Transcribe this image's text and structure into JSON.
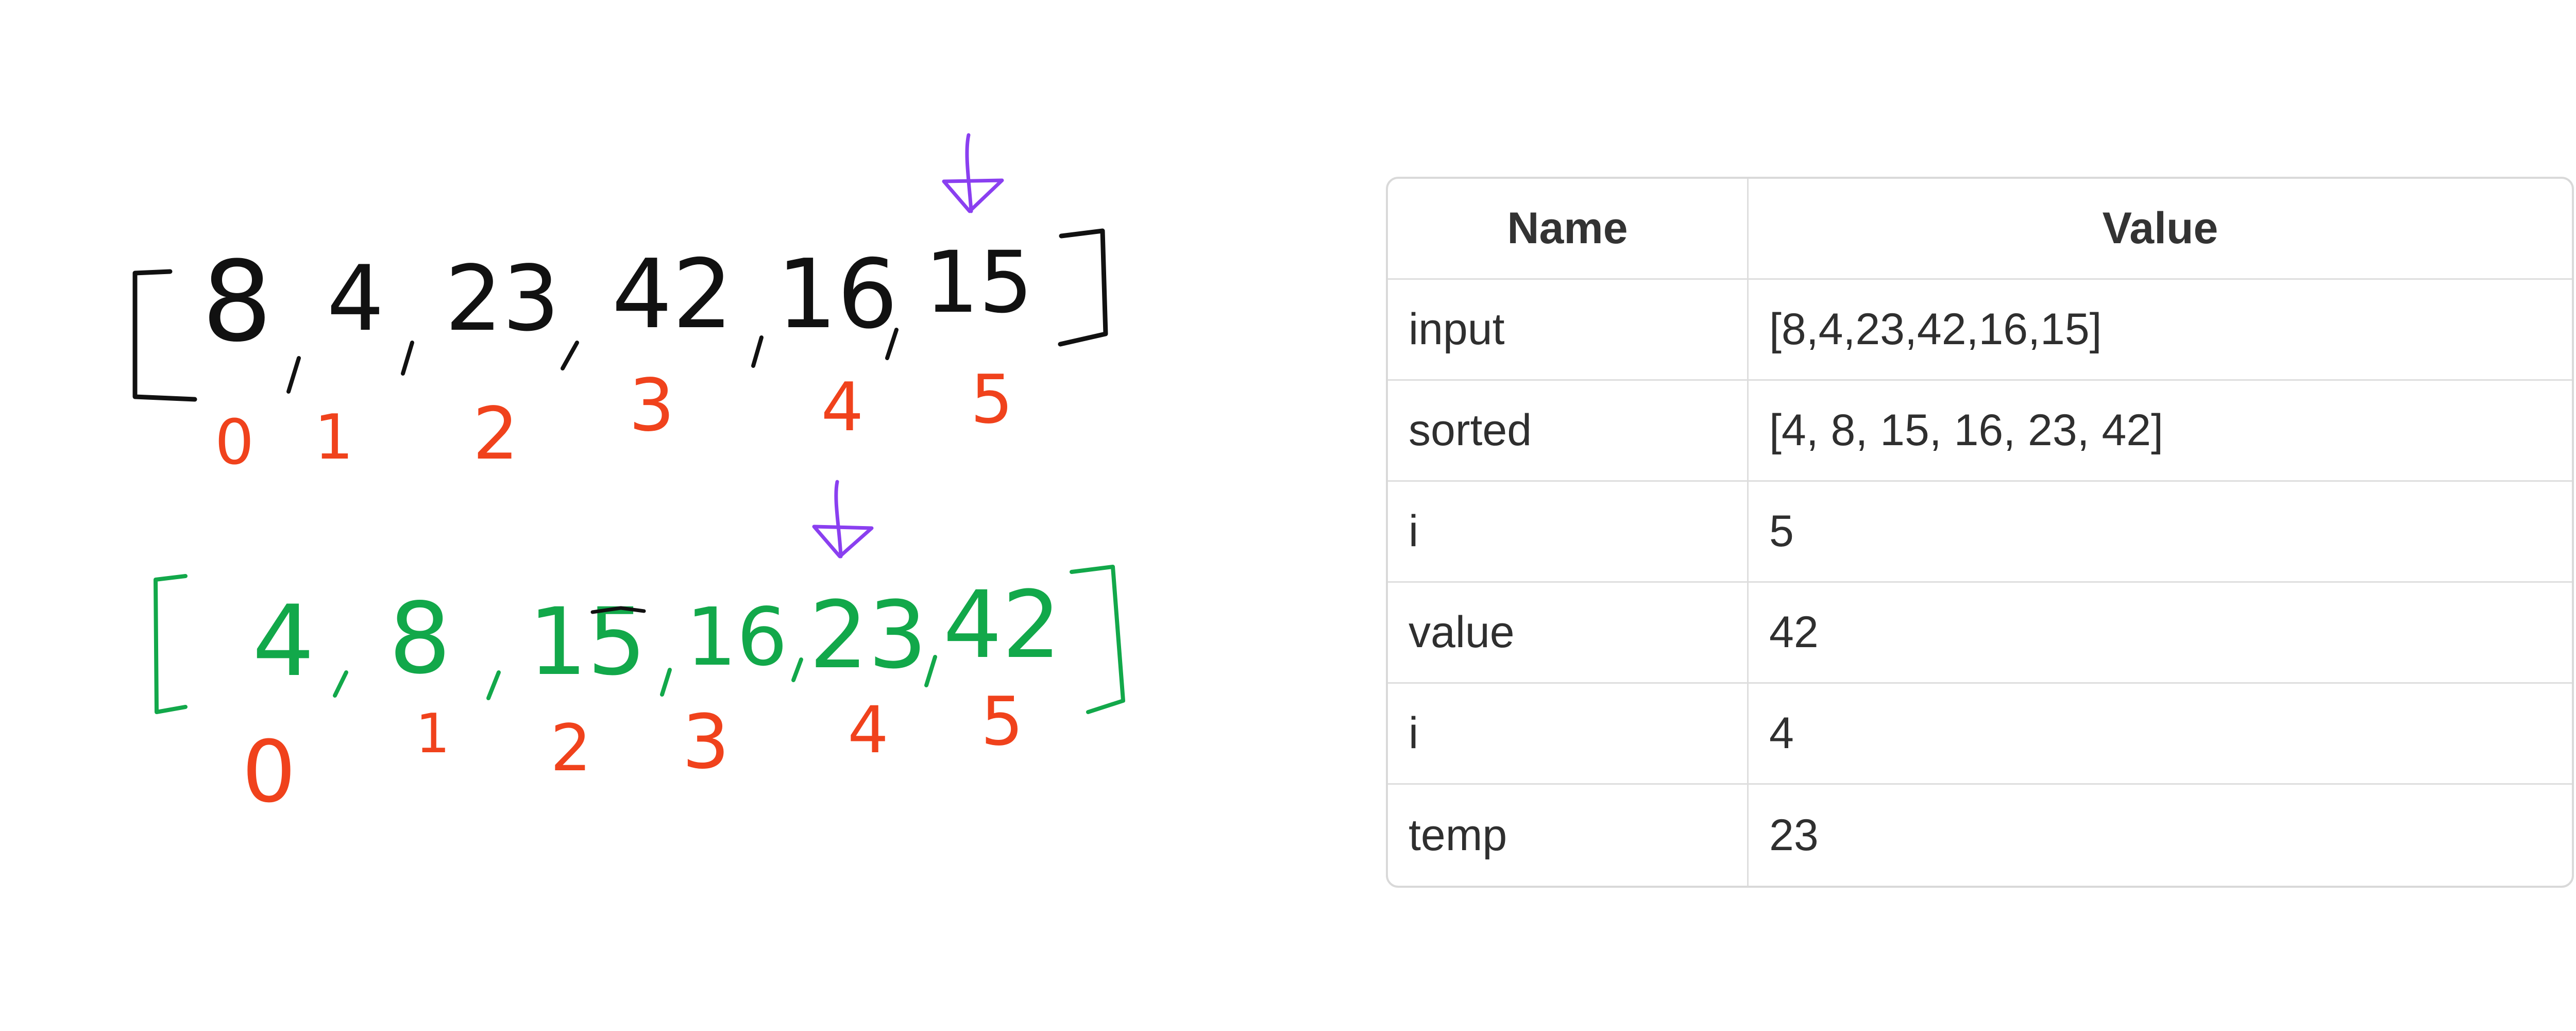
{
  "colors": {
    "black_ink": "#111111",
    "index_ink": "#f0421c",
    "sorted_ink": "#12a84a",
    "pointer_ink": "#8a3ff0",
    "table_border": "#d9d9d9",
    "table_text": "#2f2f2f"
  },
  "sketch": {
    "input_array": {
      "elements": [
        "8",
        "4",
        "23",
        "42",
        "16",
        "15"
      ],
      "indices": [
        "0",
        "1",
        "2",
        "3",
        "4",
        "5"
      ],
      "pointer_at_index": 5
    },
    "sorted_array": {
      "elements": [
        "4",
        "8",
        "15",
        "16",
        "23",
        "42"
      ],
      "indices": [
        "0",
        "1",
        "2",
        "3",
        "4",
        "5"
      ],
      "pointer_at_index": 4
    }
  },
  "table": {
    "headers": [
      "Name",
      "Value"
    ],
    "rows": [
      [
        "input",
        "[8,4,23,42,16,15]"
      ],
      [
        "sorted",
        "[4, 8, 15, 16, 23, 42]"
      ],
      [
        "i",
        "5"
      ],
      [
        "value",
        "42"
      ],
      [
        "i",
        "4"
      ],
      [
        "temp",
        "23"
      ]
    ]
  }
}
